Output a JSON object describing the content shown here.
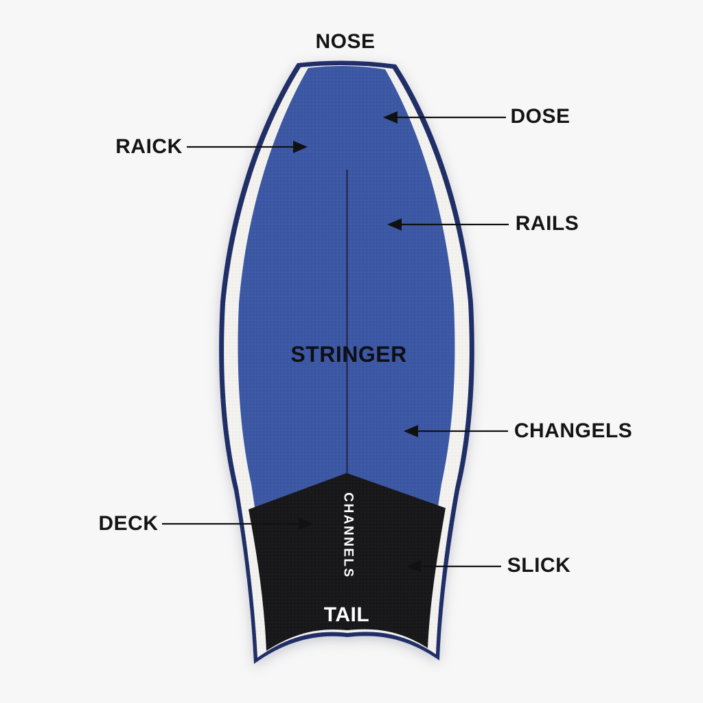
{
  "diagram": {
    "type": "labeled-parts-diagram",
    "subject": "bodyboard anatomy",
    "background": "#f7f7f7",
    "board": {
      "colors": {
        "outline": "#202e68",
        "rail": "#f3f2ee",
        "deck": "#3c58a4",
        "slick": "#18181b",
        "stringer_line": "#16162c",
        "arrow": "#111111",
        "label_text": "#141414",
        "board_text_light": "#ffffff"
      }
    },
    "labels": {
      "nose": "NOSE",
      "dose": "DOSE",
      "raick": "RAICK",
      "rails": "RAILS",
      "stringer": "STRINGER",
      "changels": "CHANGELS",
      "deck": "DECK",
      "channels": "CHANNELS",
      "slick": "SLICK",
      "tail": "TAIL"
    }
  }
}
